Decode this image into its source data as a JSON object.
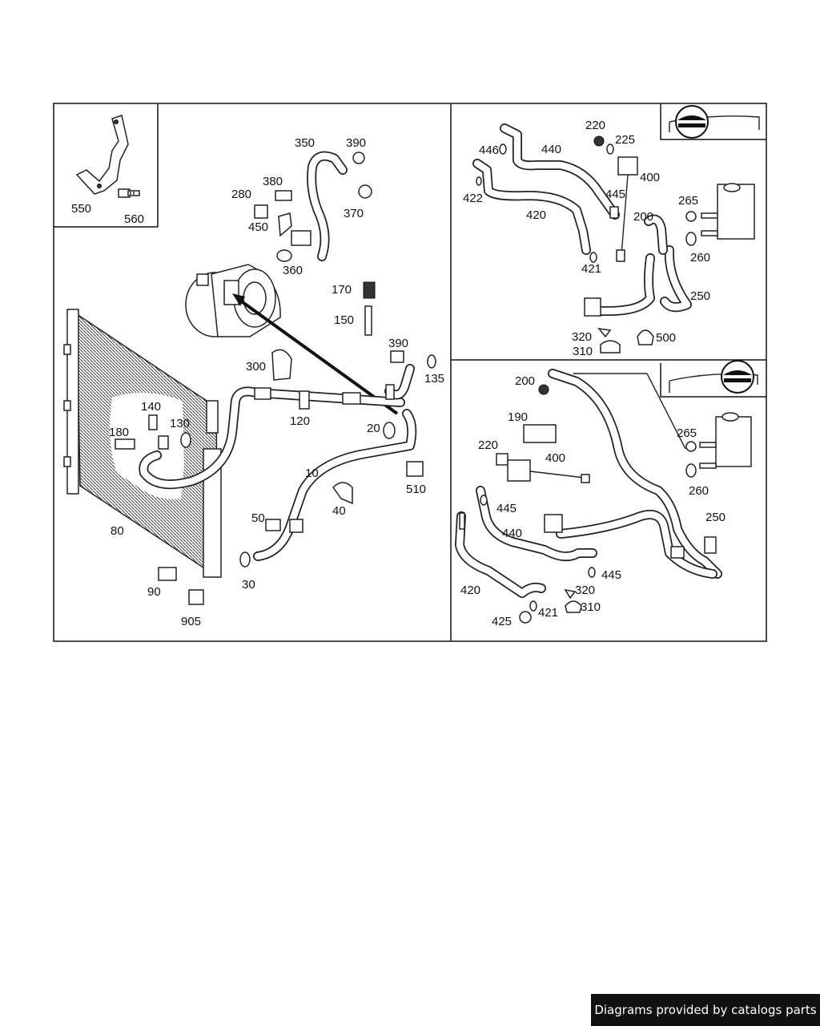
{
  "labels": {
    "l550": "550",
    "l560": "560",
    "l350": "350",
    "l390a": "390",
    "l380": "380",
    "l280": "280",
    "l370": "370",
    "l450": "450",
    "l360": "360",
    "l170": "170",
    "l150": "150",
    "l390b": "390",
    "l135": "135",
    "l300": "300",
    "l120": "120",
    "l20": "20",
    "l140": "140",
    "l130": "130",
    "l180": "180",
    "l10": "10",
    "l510": "510",
    "l40": "40",
    "l50": "50",
    "l80": "80",
    "l30": "30",
    "l90": "90",
    "l905": "905",
    "r1_220": "220",
    "r1_225": "225",
    "r1_446": "446",
    "r1_440": "440",
    "r1_400": "400",
    "r1_422": "422",
    "r1_445": "445",
    "r1_420": "420",
    "r1_200": "200",
    "r1_265": "265",
    "r1_260": "260",
    "r1_421": "421",
    "r1_250": "250",
    "r1_320": "320",
    "r1_310": "310",
    "r1_500": "500",
    "r2_200": "200",
    "r2_190": "190",
    "r2_265": "265",
    "r2_220": "220",
    "r2_400": "400",
    "r2_260": "260",
    "r2_445a": "445",
    "r2_250": "250",
    "r2_440": "440",
    "r2_445b": "445",
    "r2_420": "420",
    "r2_320": "320",
    "r2_310": "310",
    "r2_425": "425",
    "r2_421": "421"
  },
  "footer": {
    "text": "Diagrams provided by catalogs parts"
  },
  "colors": {
    "line": "#222222",
    "footer_bg": "#111111",
    "footer_text": "#ffffff"
  }
}
